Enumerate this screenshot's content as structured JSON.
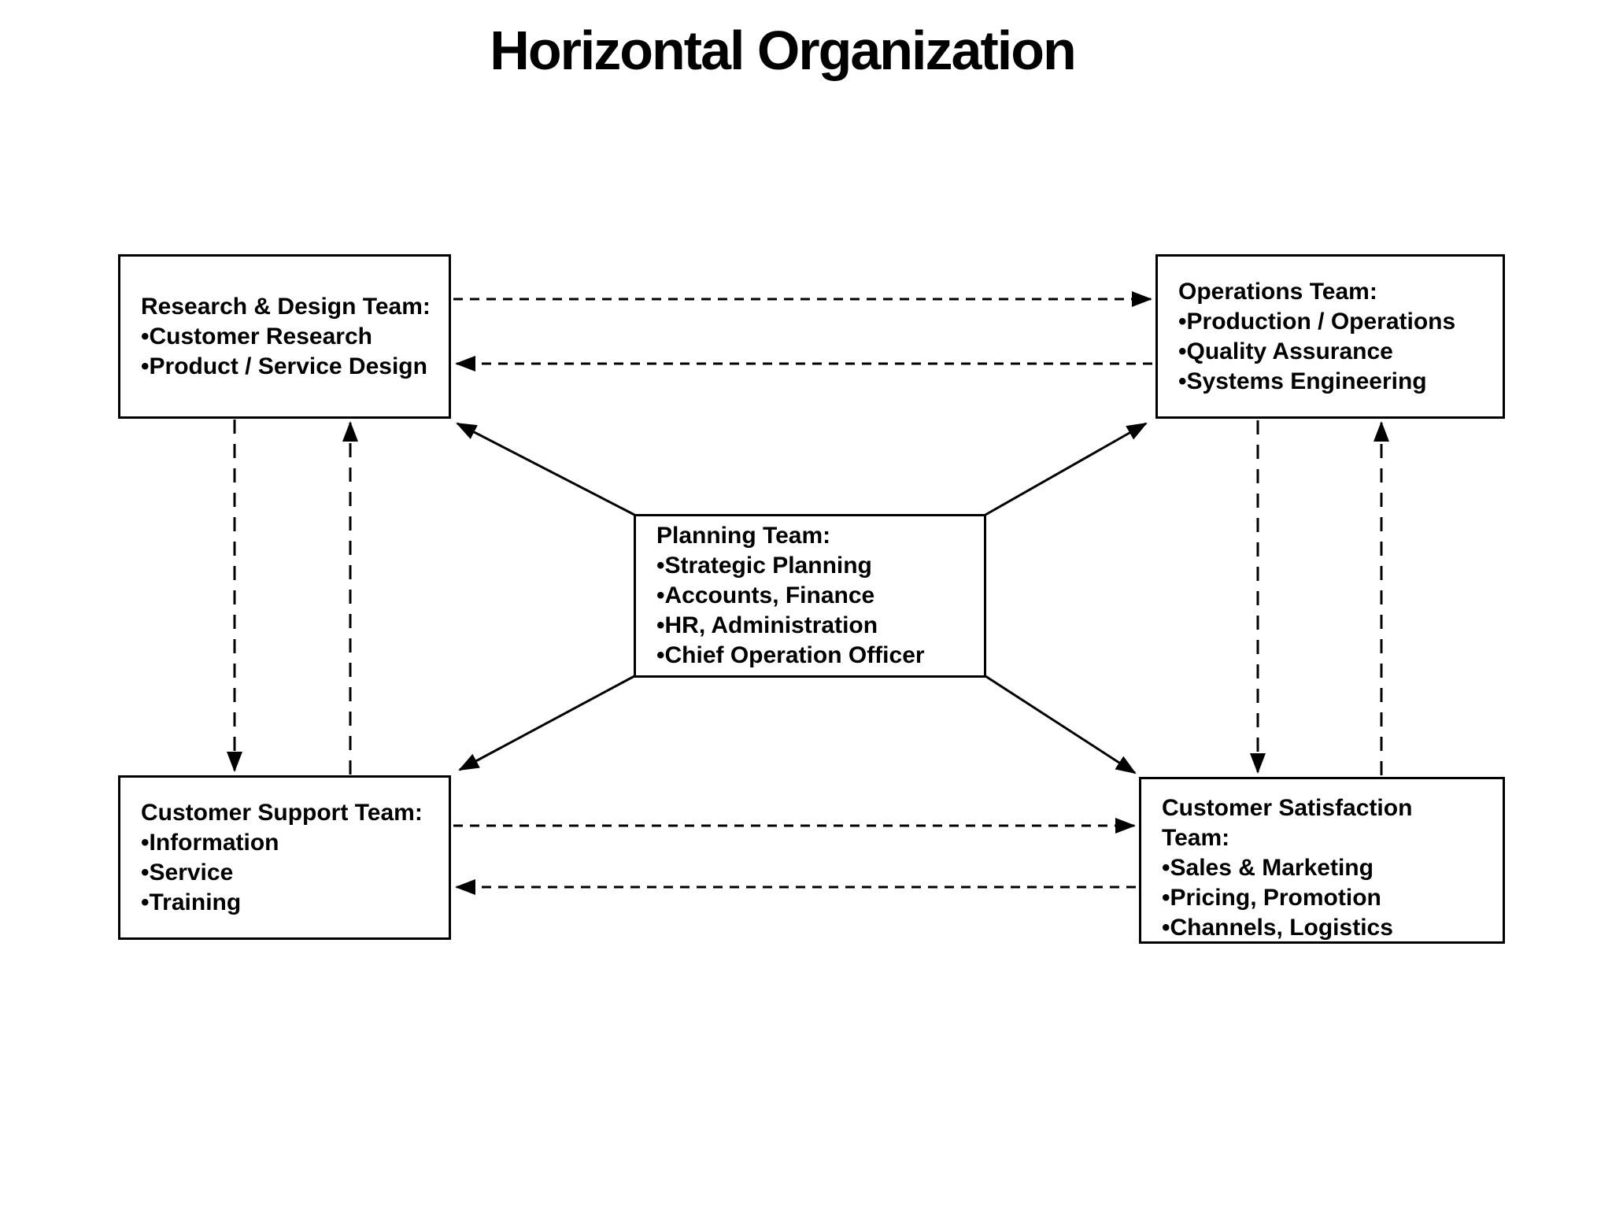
{
  "title": "Horizontal Organization",
  "colors": {
    "line": "#000000",
    "background": "#ffffff",
    "text": "#000000"
  },
  "nodes": [
    {
      "id": "research-design-team",
      "lines": [
        "Research & Design Team:",
        "•Customer Research",
        "•Product / Service Design"
      ]
    },
    {
      "id": "operations-team",
      "lines": [
        "Operations Team:",
        "•Production / Operations",
        "•Quality Assurance",
        "•Systems Engineering"
      ]
    },
    {
      "id": "planning-team",
      "lines": [
        "Planning Team:",
        "•Strategic Planning",
        "•Accounts, Finance",
        "•HR, Administration",
        "•Chief Operation Officer"
      ]
    },
    {
      "id": "customer-support-team",
      "lines": [
        "Customer Support Team:",
        "•Information",
        "•Service",
        "•Training"
      ]
    },
    {
      "id": "customer-satisfaction-team",
      "lines": [
        "Customer Satisfaction",
        "Team:",
        "•Sales & Marketing",
        "•Pricing, Promotion",
        "•Channels, Logistics"
      ]
    }
  ],
  "connections": [
    {
      "from": "research-design-team",
      "to": "operations-team",
      "style": "dashed"
    },
    {
      "from": "operations-team",
      "to": "research-design-team",
      "style": "dashed"
    },
    {
      "from": "customer-support-team",
      "to": "customer-satisfaction-team",
      "style": "dashed"
    },
    {
      "from": "customer-satisfaction-team",
      "to": "customer-support-team",
      "style": "dashed"
    },
    {
      "from": "research-design-team",
      "to": "customer-support-team",
      "style": "dashed"
    },
    {
      "from": "customer-support-team",
      "to": "research-design-team",
      "style": "dashed"
    },
    {
      "from": "operations-team",
      "to": "customer-satisfaction-team",
      "style": "dashed"
    },
    {
      "from": "customer-satisfaction-team",
      "to": "operations-team",
      "style": "dashed"
    },
    {
      "from": "planning-team",
      "to": "research-design-team",
      "style": "solid"
    },
    {
      "from": "planning-team",
      "to": "operations-team",
      "style": "solid"
    },
    {
      "from": "planning-team",
      "to": "customer-support-team",
      "style": "solid"
    },
    {
      "from": "planning-team",
      "to": "customer-satisfaction-team",
      "style": "solid"
    }
  ]
}
